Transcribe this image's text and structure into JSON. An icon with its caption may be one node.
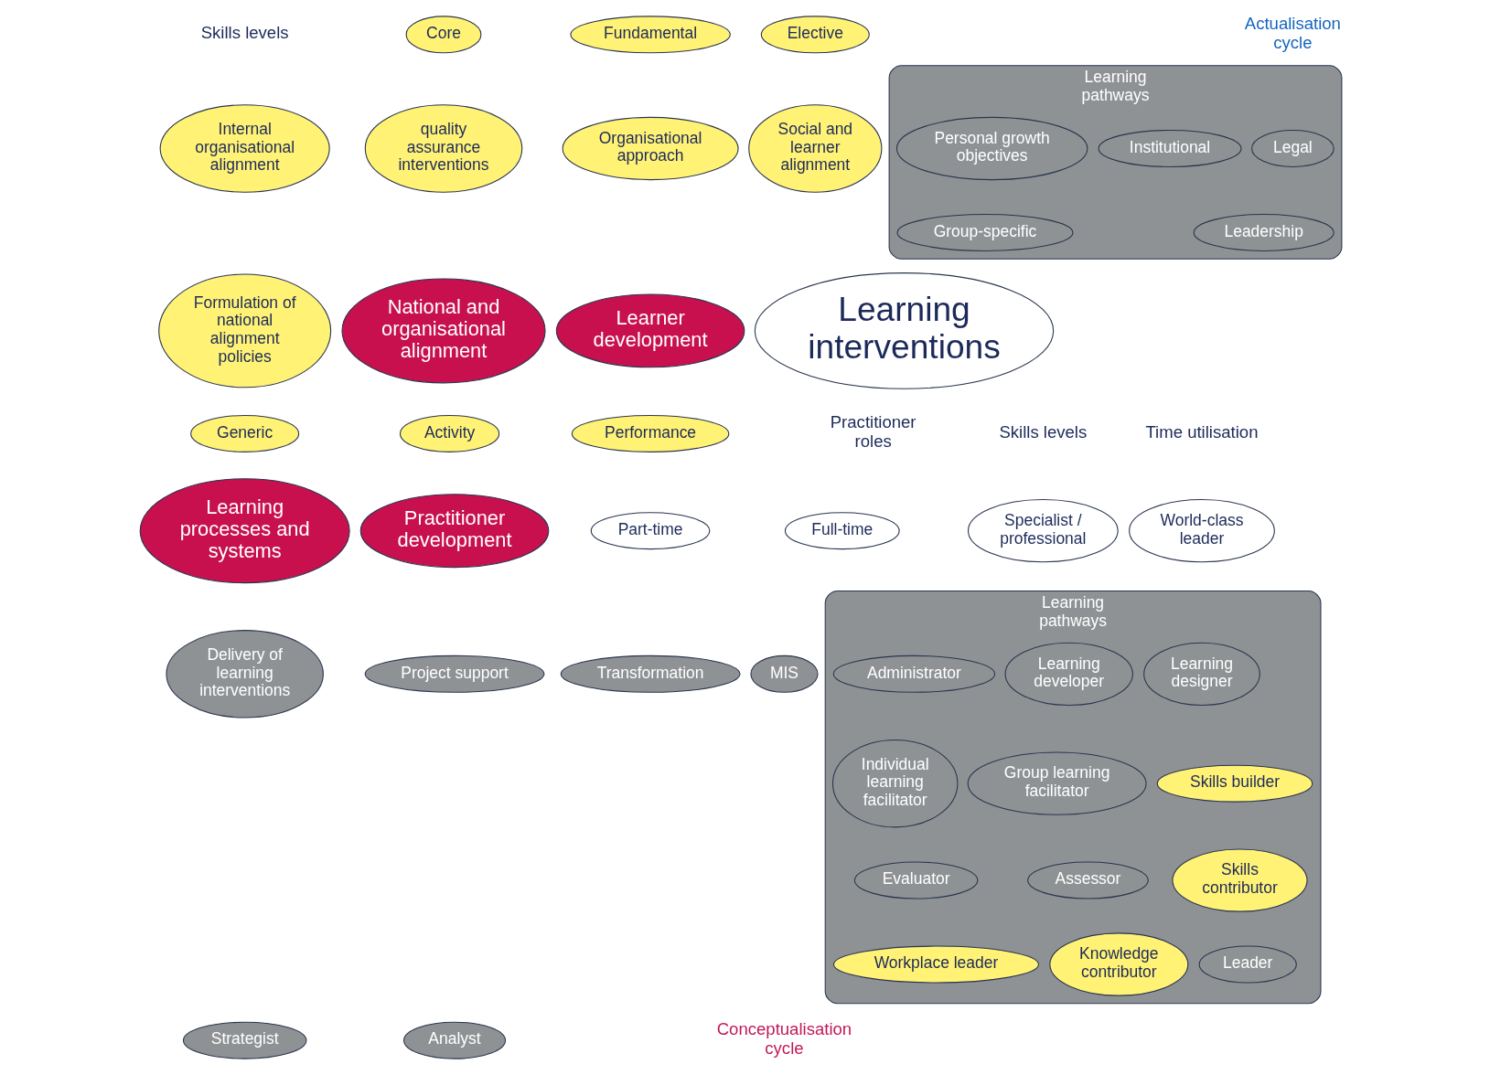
{
  "diagram": {
    "nodes": [
      {
        "text": [
          "Internal organisational alignment"
        ]
      },
      {
        "text": [
          "quality assurance interventions"
        ]
      },
      {
        "text": [
          "Organisational approach"
        ]
      },
      {
        "text": [
          "Social and learner alignment"
        ]
      },
      {
        "text": [
          "Formulation of national alignment policies"
        ]
      },
      {
        "text": [
          "National and organisational alignment"
        ]
      },
      {
        "text": [
          "Core"
        ]
      },
      {
        "text": [
          "Fundamental"
        ]
      },
      {
        "text": [
          "Elective"
        ]
      },
      {
        "text": [
          "Learning pathways"
        ]
      },
      {
        "text": [
          "Legal"
        ],
        "in": 9
      },
      {
        "text": [
          "Institutional"
        ],
        "in": 9
      },
      {
        "text": [
          "Personal growth objectives"
        ],
        "in": 9
      },
      {
        "text": [
          "Leadership"
        ],
        "in": 9
      },
      {
        "text": [
          "Learner development"
        ]
      },
      {
        "text": [
          "Group-specific"
        ],
        "in": 9
      },
      {
        "text": [
          "Learning interventions"
        ]
      },
      {
        "text": [
          "Generic"
        ]
      },
      {
        "text": [
          "Activity"
        ]
      },
      {
        "text": [
          "Performance"
        ]
      },
      {
        "text": [
          "Part-time"
        ]
      },
      {
        "text": [
          "Learning processes and systems"
        ]
      },
      {
        "text": [
          "Practitioner development"
        ]
      },
      {
        "text": [
          "Learning pathways"
        ]
      },
      {
        "text": [
          "Learning designer"
        ],
        "in": 23
      },
      {
        "text": [
          "Learning developer"
        ],
        "in": 23
      },
      {
        "text": [
          "Full-time"
        ]
      },
      {
        "text": [
          "Administrator"
        ],
        "in": 23
      },
      {
        "text": [
          "Skills builder"
        ],
        "in": 23
      },
      {
        "text": [
          "Group learning facilitator"
        ],
        "in": 23
      },
      {
        "text": [
          "Specialist / professional"
        ]
      },
      {
        "text": [
          "Individual learning facilitator"
        ],
        "in": 23
      },
      {
        "text": [
          "Skills contributor"
        ],
        "in": 23
      },
      {
        "text": [
          "Strategist"
        ]
      },
      {
        "text": [
          "Assessor"
        ],
        "in": 23
      },
      {
        "text": [
          "Analyst"
        ]
      },
      {
        "text": [
          "Evaluator"
        ],
        "in": 23
      },
      {
        "text": [
          "Leader"
        ],
        "in": 23
      },
      {
        "text": [
          "Knowledge contributor"
        ],
        "in": 23
      },
      {
        "text": [
          "World-class leader"
        ]
      },
      {
        "text": [
          "Workplace leader"
        ],
        "in": 23
      },
      {
        "text": [
          "Delivery of learning interventions"
        ]
      },
      {
        "text": [
          "Project support"
        ]
      },
      {
        "text": [
          "Transformation"
        ]
      },
      {
        "text": [
          "MIS"
        ]
      }
    ],
    "labels": [
      "Skills levels",
      "Actualisation cycle",
      "Time utilisation",
      "Practitioner roles",
      "Skills levels",
      "Conceptualisation cycle"
    ]
  }
}
